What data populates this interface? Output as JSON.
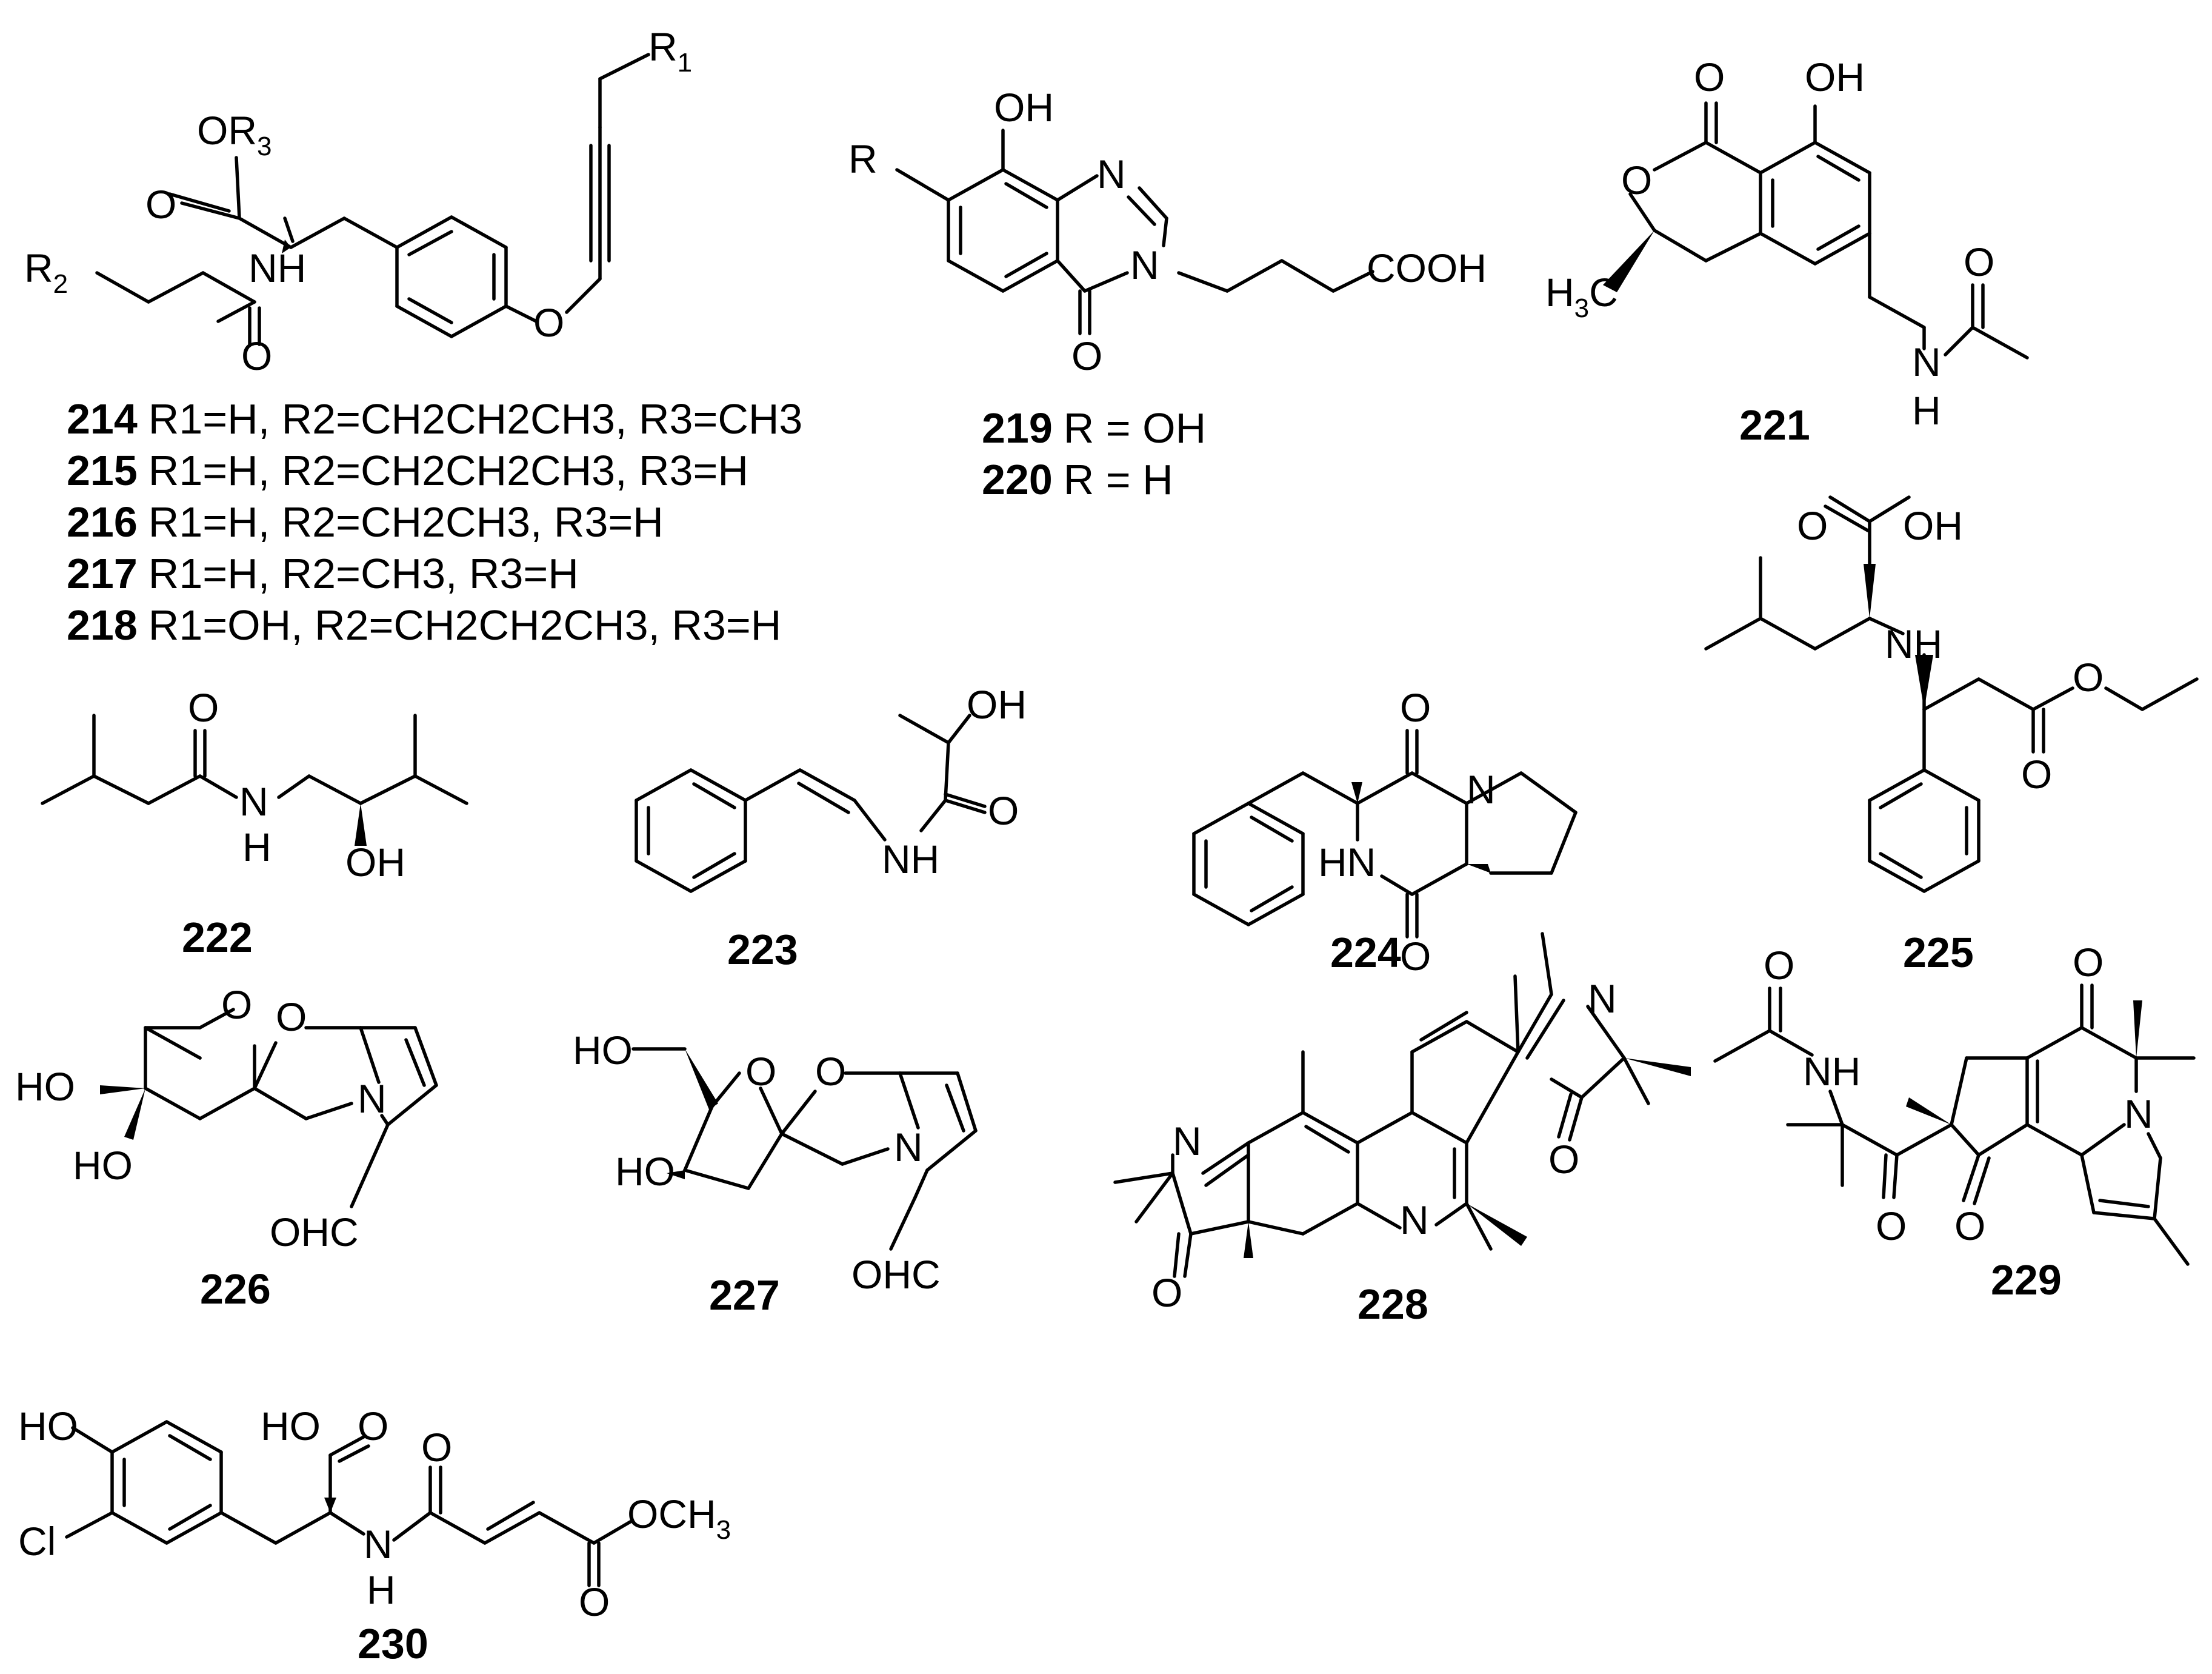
{
  "figure": {
    "compounds": [
      {
        "id": "214",
        "number": "214",
        "substituents": "R1=H, R2=CH2CH2CH3, R3=CH3"
      },
      {
        "id": "215",
        "number": "215",
        "substituents": "R1=H, R2=CH2CH2CH3, R3=H"
      },
      {
        "id": "216",
        "number": "216",
        "substituents": "R1=H, R2=CH2CH3, R3=H"
      },
      {
        "id": "217",
        "number": "217",
        "substituents": "R1=H, R2=CH3, R3=H"
      },
      {
        "id": "218",
        "number": "218",
        "substituents": "R1=OH, R2=CH2CH2CH3, R3=H"
      },
      {
        "id": "219",
        "number": "219",
        "substituents": "R = OH"
      },
      {
        "id": "220",
        "number": "220",
        "substituents": "R = H"
      },
      {
        "id": "221",
        "number": "221"
      },
      {
        "id": "222",
        "number": "222"
      },
      {
        "id": "223",
        "number": "223"
      },
      {
        "id": "224",
        "number": "224"
      },
      {
        "id": "225",
        "number": "225"
      },
      {
        "id": "226",
        "number": "226"
      },
      {
        "id": "227",
        "number": "227"
      },
      {
        "id": "228",
        "number": "228"
      },
      {
        "id": "229",
        "number": "229"
      },
      {
        "id": "230",
        "number": "230"
      }
    ],
    "atoms": {
      "oh": "OH",
      "o": "O",
      "n": "N",
      "nh": "NH",
      "hn": "HN",
      "h": "H",
      "cl": "Cl",
      "ho": "HO",
      "cooh": "COOH",
      "ohc": "OHC",
      "r": "R",
      "r1": "R",
      "r2": "R",
      "r3": "R",
      "or3": "OR",
      "h3c": "H",
      "och3": "OCH"
    }
  }
}
